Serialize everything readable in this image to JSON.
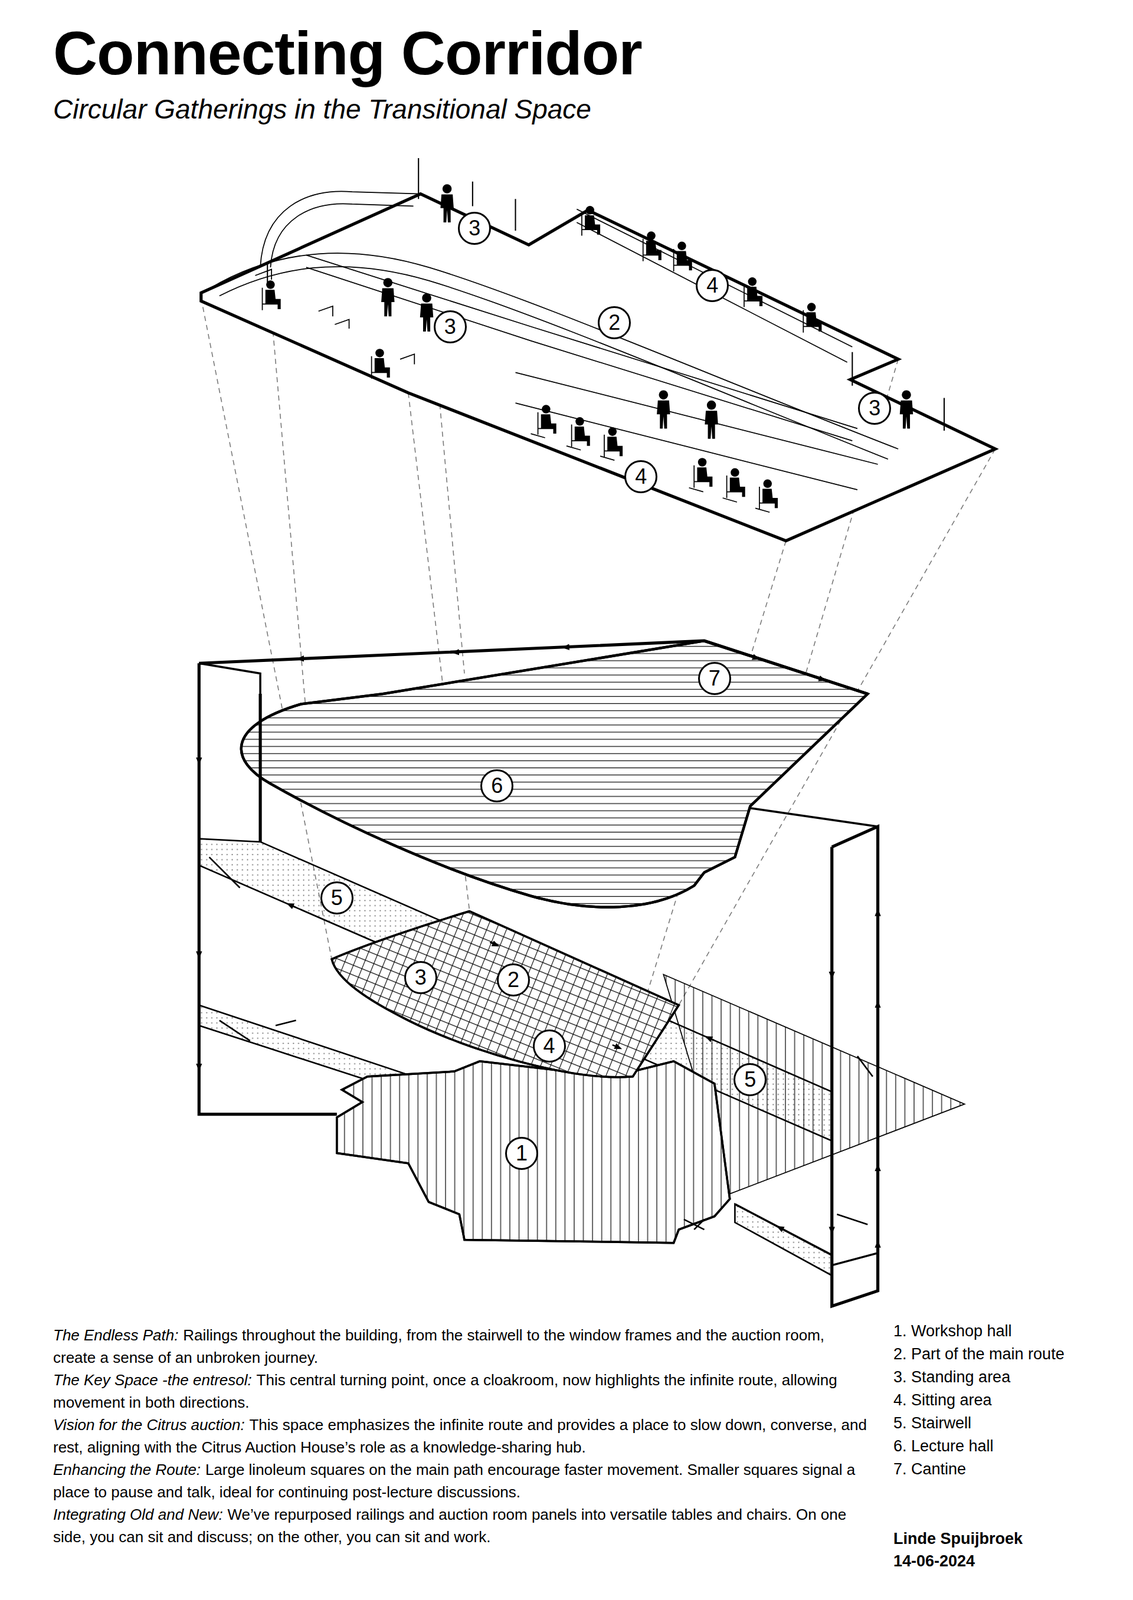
{
  "diagram": {
    "title": "Connecting Corridor",
    "nodes": [
      {
        "text": [
          "3"
        ]
      },
      {
        "text": [
          "4"
        ]
      },
      {
        "text": [
          "2"
        ]
      },
      {
        "text": [
          "3"
        ]
      },
      {
        "text": [
          "3"
        ]
      },
      {
        "text": [
          "4"
        ]
      },
      {
        "text": [
          "7"
        ]
      },
      {
        "text": [
          "6"
        ]
      },
      {
        "text": [
          "5"
        ]
      },
      {
        "text": [
          "3"
        ]
      },
      {
        "text": [
          "2"
        ]
      },
      {
        "text": [
          "4"
        ]
      },
      {
        "text": [
          "5"
        ]
      },
      {
        "text": [
          "1"
        ]
      }
    ],
    "labels": [
      "Circular Gatherings in the Transitional Space",
      "The Endless Path:",
      "Railings throughout the building, from the stairwell to the window frames and the auction room, create a sense of an unbroken journey.",
      "The Key Space -the entresol:",
      "This central turning point, once a cloakroom, now highlights the infinite route, allowing movement in both directions.",
      "Vision for the Citrus auction:",
      "This space emphasizes the infinite route and provides a place to slow down, converse, and rest, aligning with the Citrus Auction House’s role as a knowledge-sharing hub.",
      "Enhancing the Route:",
      "Large linoleum squares on the main path encourage faster movement. Smaller squares signal a place to pause and talk, ideal for continuing post-lecture discussions.",
      "Integrating Old and New:",
      "We’ve repurposed railings and auction room panels into versatile tables and chairs. On one side, you can sit and discuss; on the other, you can sit and work.",
      "1. Workshop hall",
      "2. Part of the main route",
      "3. Standing area",
      "4. Sitting area",
      "5. Stairwell",
      "6. Lecture hall",
      "7. Cantine",
      "Linde Spuijbroek",
      "14-06-2024"
    ]
  }
}
